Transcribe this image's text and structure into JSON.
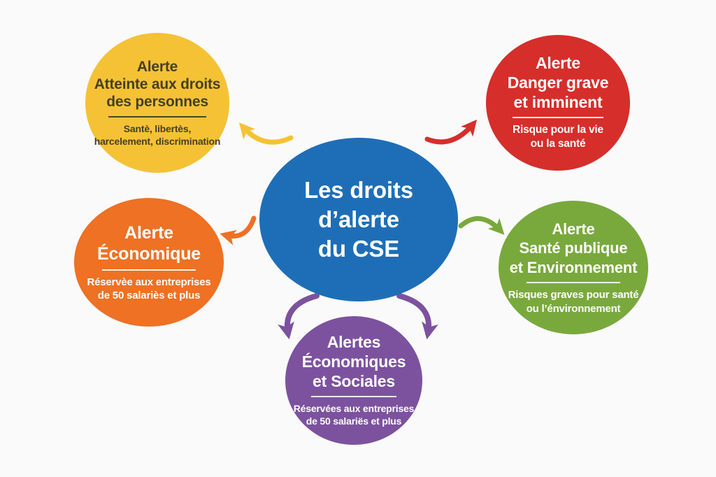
{
  "page": {
    "background": "#FAFAFB"
  },
  "center": {
    "lines": [
      "Les droits",
      "d’alerte",
      "du CSE"
    ],
    "color": "#1E6EB7",
    "text_color": "#FFFFFF"
  },
  "nodes": {
    "top_left": {
      "title": [
        "Alerte",
        "Atteinte aux droits",
        "des personnes"
      ],
      "subtitle": [
        "Santè, libertès,",
        "harcelement, discrimination"
      ],
      "color": "#F5C235",
      "text_color": "#453F21"
    },
    "top_right": {
      "title": [
        "Alerte",
        "Danger grave",
        "et imminent"
      ],
      "subtitle": [
        "Risque pour la vie",
        "ou la santé"
      ],
      "color": "#D62E2B",
      "text_color": "#FFFFFF"
    },
    "mid_left": {
      "title": [
        "Alerte",
        "Économique"
      ],
      "subtitle": [
        "Réservèe aux entreprises",
        "de 50 salariès et plus"
      ],
      "color": "#EE7124",
      "text_color": "#FFFFFF"
    },
    "mid_right": {
      "title": [
        "Alerte",
        "Santé publique",
        "et Environnement"
      ],
      "subtitle": [
        "Risques graves pour santé",
        "ou l’énvironnement"
      ],
      "color": "#79A93C",
      "text_color": "#FFFFFF"
    },
    "bottom": {
      "title": [
        "Alertes",
        "Économiques",
        "et Sociales"
      ],
      "subtitle": [
        "Réservées aux entreprises",
        "de 50 salariës et plus"
      ],
      "color": "#7C529F",
      "text_color": "#FFFFFF"
    }
  }
}
